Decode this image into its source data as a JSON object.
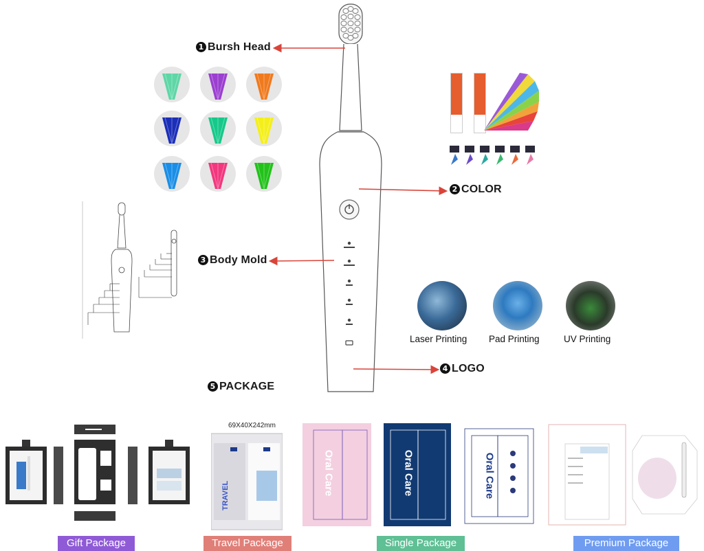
{
  "callouts": {
    "brush_head": {
      "num": "1",
      "text": "Bursh Head"
    },
    "color": {
      "num": "2",
      "text": "COLOR"
    },
    "body_mold": {
      "num": "3",
      "text": "Body Mold"
    },
    "logo": {
      "num": "4",
      "text": "LOGO"
    },
    "package": {
      "num": "5",
      "text": "PACKAGE"
    }
  },
  "bristle_colors": [
    "#5fd6a6",
    "#9b3fd0",
    "#f07a1e",
    "#1c2fb8",
    "#16c98a",
    "#f4ef1a",
    "#1a8ee6",
    "#f2377e",
    "#22c21a"
  ],
  "printing": [
    {
      "label": "Laser Printing",
      "icon": "laser-printing-photo"
    },
    {
      "label": "Pad Printing",
      "icon": "pad-printing-photo"
    },
    {
      "label": "UV Printing",
      "icon": "uv-printing-photo"
    }
  ],
  "travel_dimensions": "69X40X242mm",
  "box_texts": {
    "oral_care": "Oral Care",
    "travel": "TRAVEL"
  },
  "packages": [
    {
      "label": "Gift Package",
      "color": "#8f5ad6"
    },
    {
      "label": "Travel Package",
      "color": "#e07f78"
    },
    {
      "label": "Single Package",
      "color": "#5fbf95"
    },
    {
      "label": "Premium Package",
      "color": "#6f9cf0"
    }
  ],
  "colors": {
    "arrow": "#d9443a",
    "outline": "#4a4a4a"
  }
}
